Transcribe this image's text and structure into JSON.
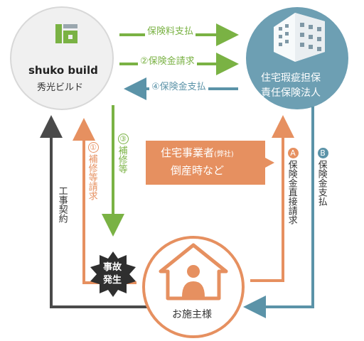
{
  "colors": {
    "green": "#7ab244",
    "blue": "#5b93a8",
    "orange": "#e69060",
    "gray": "#4a4a4a",
    "node_left_fill": "#f0f0f0",
    "node_right_fill": "#6d9fb3",
    "house": "#e69060",
    "burst": "#2f2f2f"
  },
  "nodes": {
    "builder": {
      "brand": "shuko build",
      "name": "秀光ビルド"
    },
    "insurer": {
      "line1": "住宅瑕疵担保",
      "line2": "責任保険法人"
    },
    "owner": {
      "name": "お施主様"
    }
  },
  "event_badge": {
    "line1": "事故",
    "line2": "発生"
  },
  "condition_box": {
    "line1_main": "住宅事業者",
    "line1_small": "(弊社)",
    "line2": "倒産時など"
  },
  "flows": {
    "premium": "保険料支払",
    "claim": "②保険金請求",
    "payout": "④保険金支払",
    "repair": "補修等",
    "repair_step": "③",
    "repair_request": "補修等請求",
    "repair_request_step": "①",
    "contract": "工事契約",
    "direct_claim": "保険金直接請求",
    "direct_claim_step": "A",
    "direct_payout": "保険金支払",
    "direct_payout_step": "B"
  }
}
